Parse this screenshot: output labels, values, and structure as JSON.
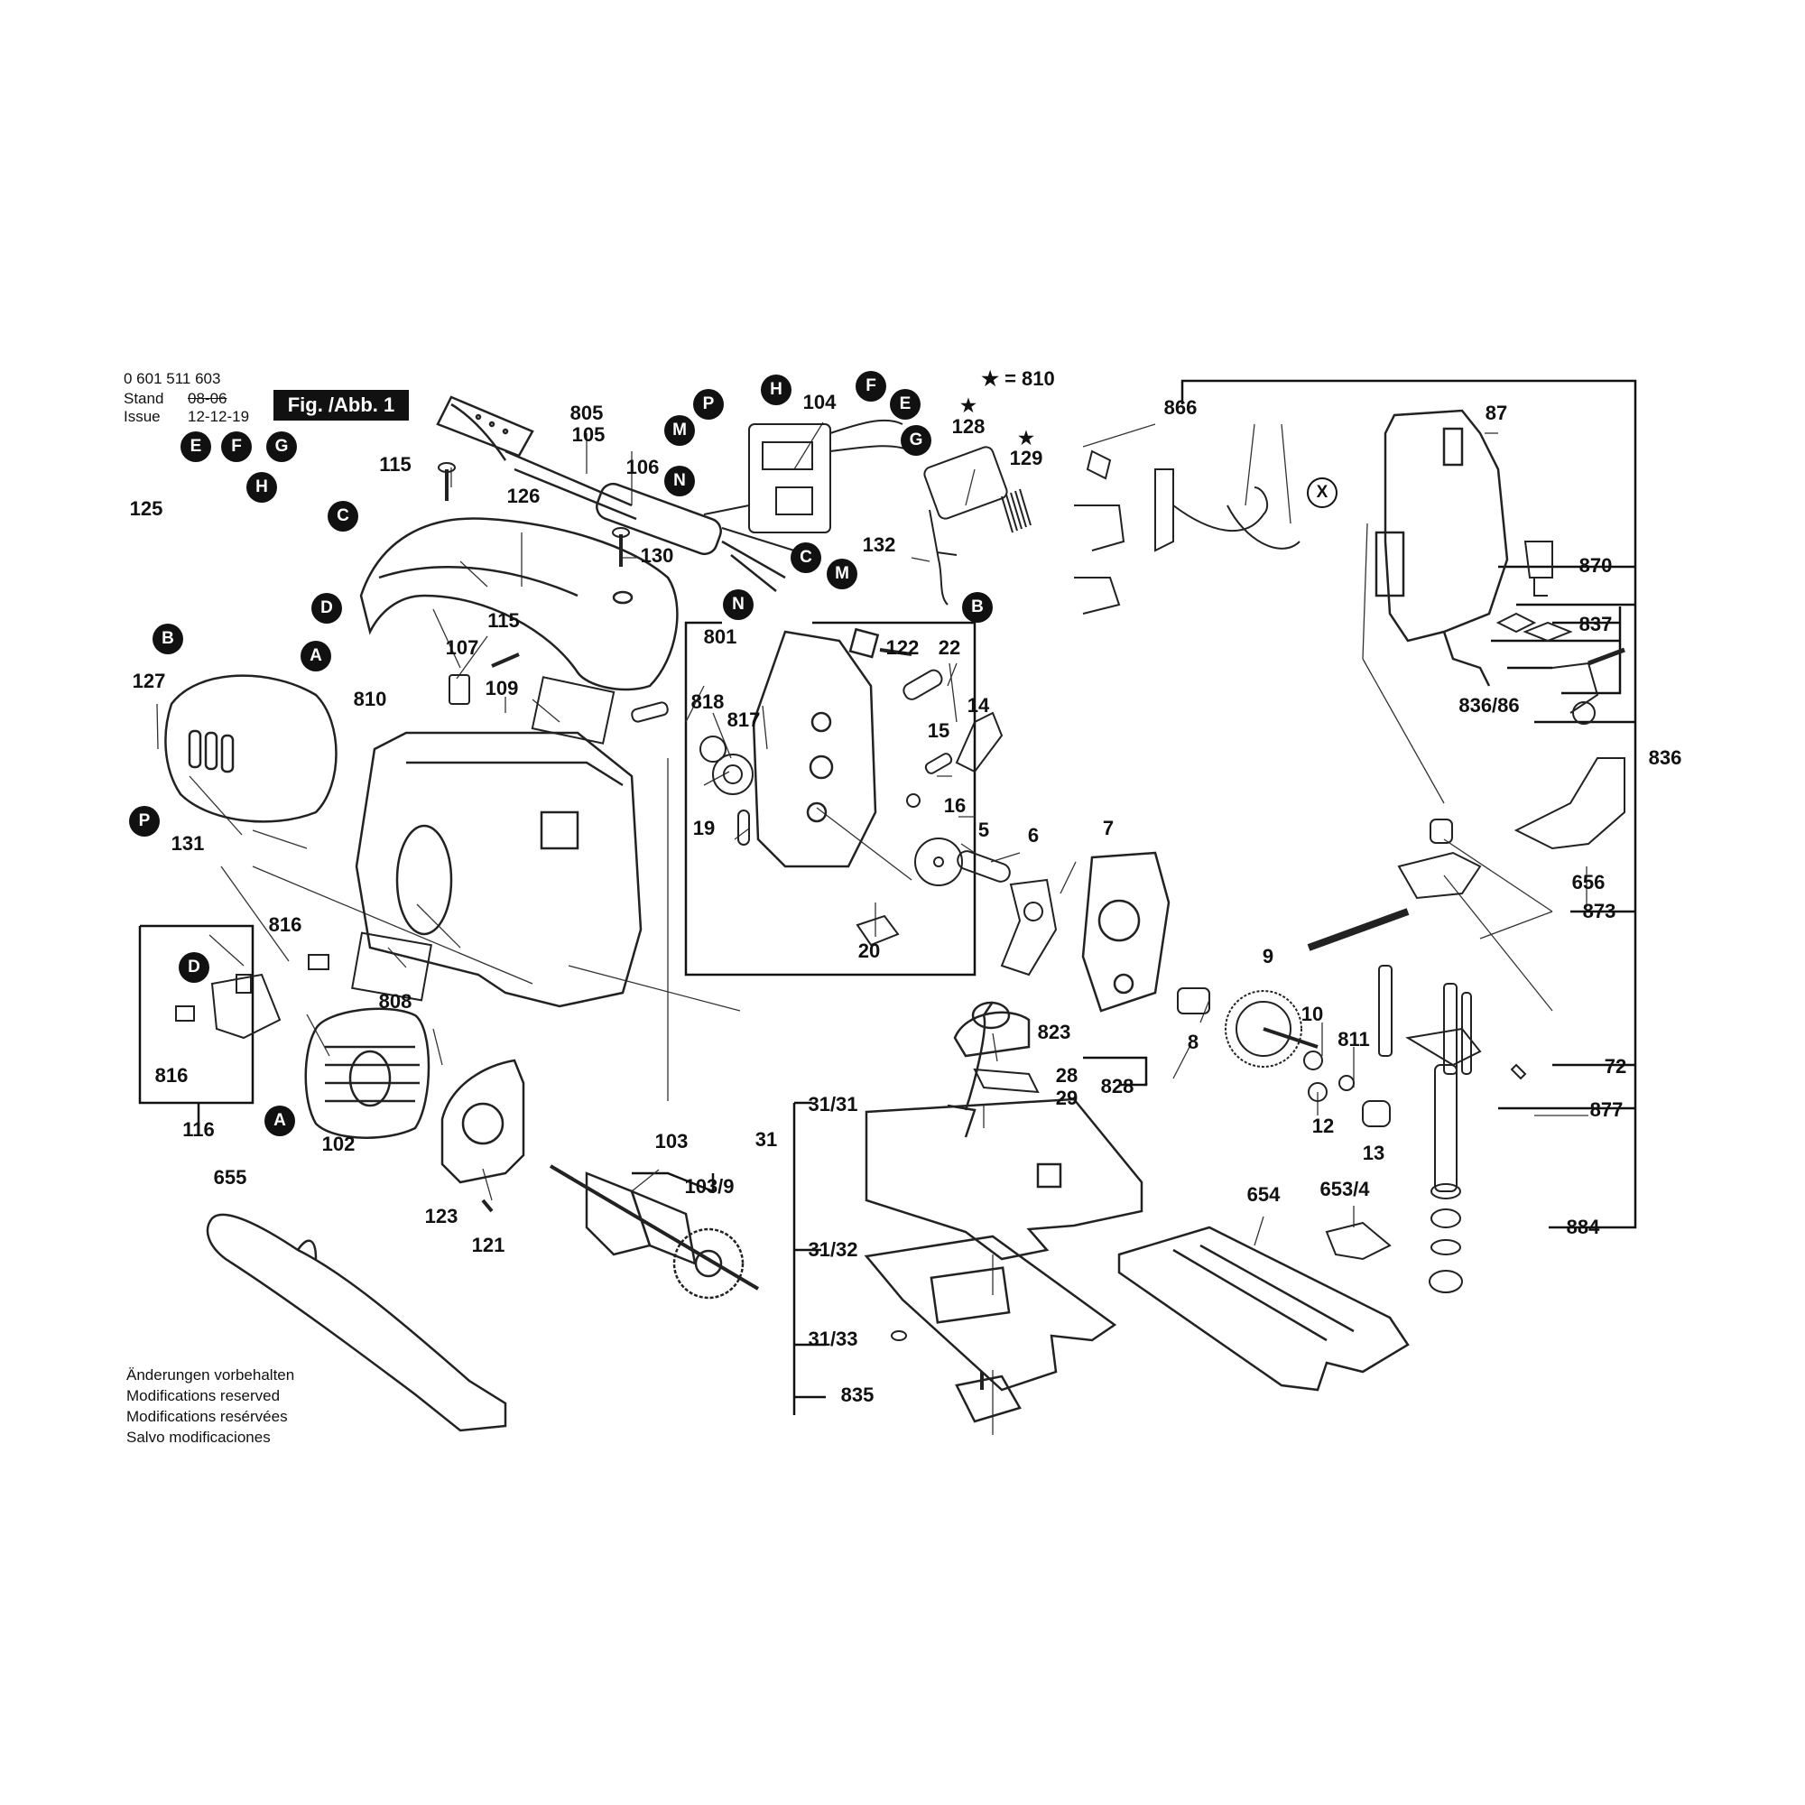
{
  "header": {
    "part_number": "0 601 511 603",
    "stand_label": "Stand",
    "stand_value": "08-06",
    "issue_label": "Issue",
    "issue_value": "12-12-19",
    "figure_title": "Fig. /Abb. 1"
  },
  "star_note": "★ = 810",
  "star_symbol": "★",
  "modifications_notice": [
    "Änderungen vorbehalten",
    "Modifications reserved",
    "Modifications resérvées",
    "Salvo modificaciones"
  ],
  "part_labels": [
    "805",
    "105",
    "106",
    "104",
    "128",
    "129",
    "866",
    "87",
    "126",
    "115",
    "130",
    "125",
    "132",
    "870",
    "837",
    "836/86",
    "836",
    "801",
    "818",
    "817",
    "122",
    "22",
    "14",
    "15",
    "16",
    "5",
    "6",
    "7",
    "19",
    "20",
    "127",
    "810",
    "109",
    "107",
    "115",
    "131",
    "816",
    "808",
    "816",
    "116",
    "102",
    "123",
    "121",
    "103",
    "103/9",
    "655",
    "823",
    "828",
    "28",
    "29",
    "31/31",
    "31",
    "31/32",
    "31/33",
    "835",
    "8",
    "9",
    "10",
    "811",
    "12",
    "13",
    "654",
    "653/4",
    "656",
    "873",
    "72",
    "877",
    "884"
  ],
  "connector_callouts": [
    "E",
    "F",
    "G",
    "H",
    "B",
    "C",
    "D",
    "A",
    "P",
    "H",
    "M",
    "N",
    "F",
    "E",
    "G",
    "C",
    "M",
    "N",
    "B",
    "D",
    "A",
    "P",
    "X"
  ]
}
